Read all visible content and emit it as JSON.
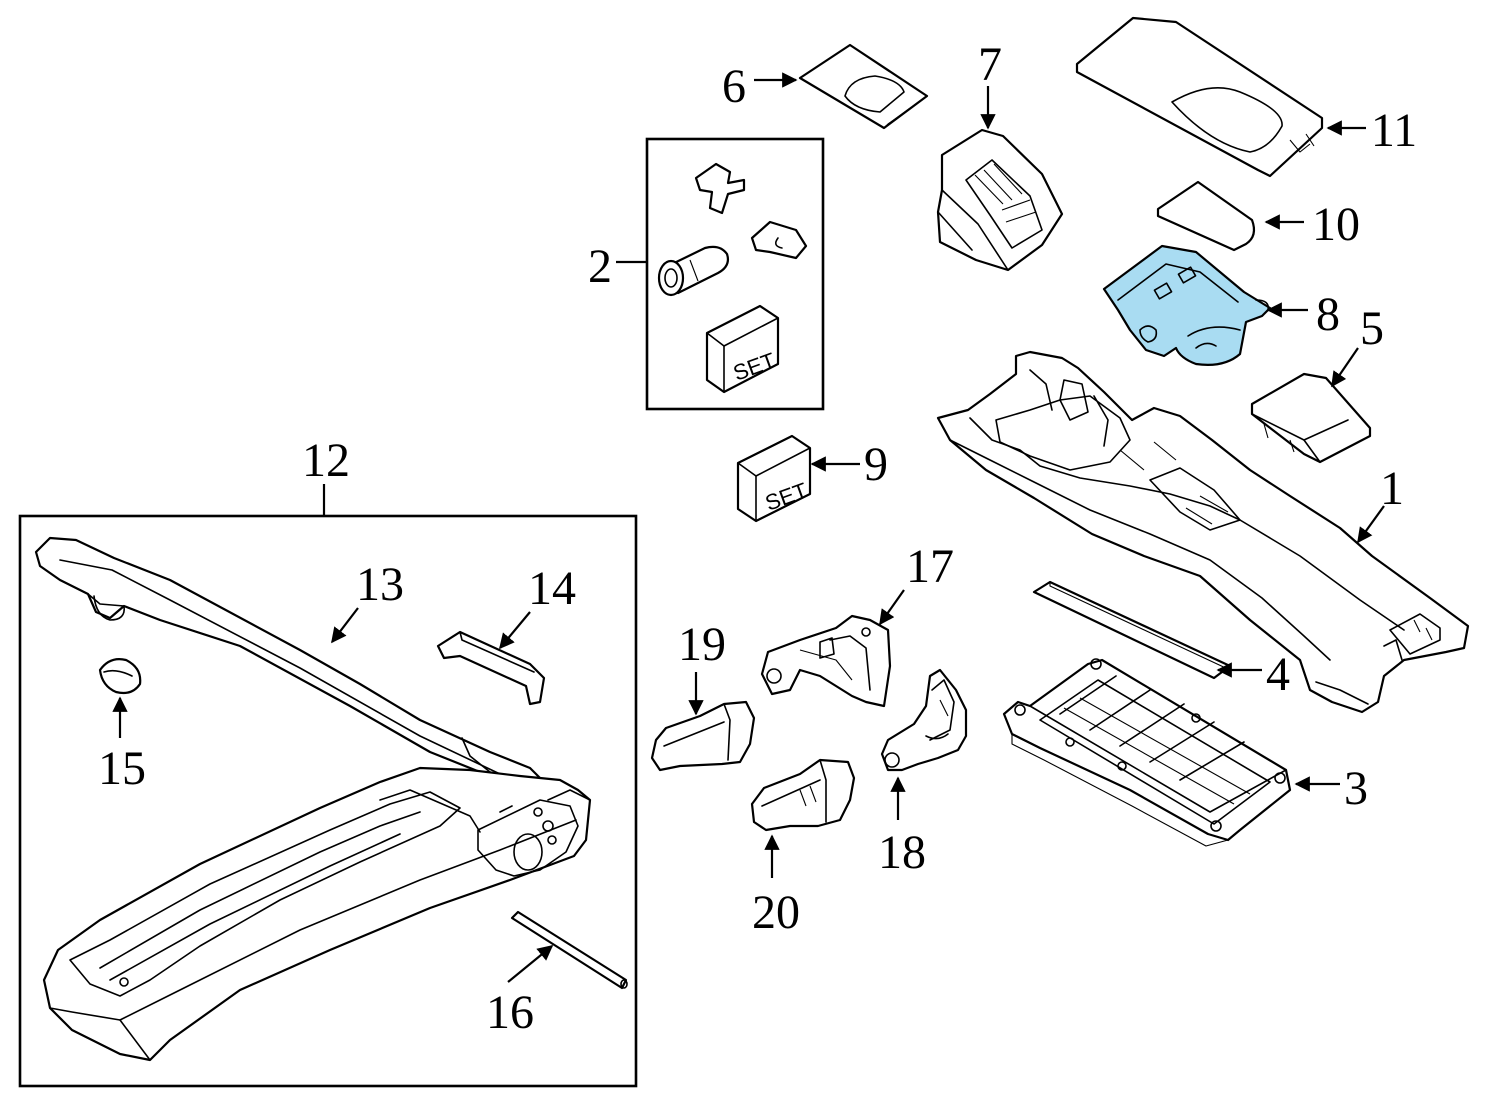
{
  "diagram": {
    "highlight_color": "#a9dcf2",
    "callouts": {
      "c1": "1",
      "c2": "2",
      "c3": "3",
      "c4": "4",
      "c5": "5",
      "c6": "6",
      "c7": "7",
      "c8": "8",
      "c9": "9",
      "c10": "10",
      "c11": "11",
      "c12": "12",
      "c13": "13",
      "c14": "14",
      "c15": "15",
      "c16": "16",
      "c17": "17",
      "c18": "18",
      "c19": "19",
      "c20": "20"
    },
    "set_labels": {
      "kit_box": "SET",
      "part_9": "SET"
    }
  }
}
